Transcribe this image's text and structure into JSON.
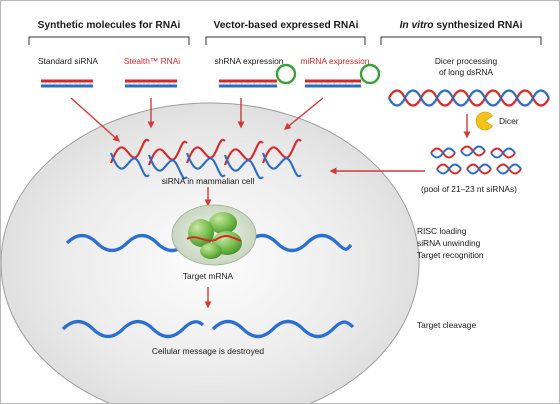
{
  "headers": {
    "synthetic": "Synthetic molecules for RNAi",
    "vector": "Vector-based expressed RNAi",
    "invitro_prefix": "In vitro",
    "invitro_suffix": " synthesized RNAi"
  },
  "sources": {
    "standard_sirna": "Standard siRNA",
    "stealth_rnai": "Stealth™ RNAi",
    "shrna_expression": "shRNA expression",
    "mirna_expression": "miRNA expression"
  },
  "dicer": {
    "processing_line1": "Dicer processing",
    "processing_line2": "of long dsRNA",
    "enzyme_label": "Dicer",
    "pool_label": "(pool of 21–23 nt siRNAs)"
  },
  "cell": {
    "sirna_label": "siRNA in mammalian cell",
    "target_mrna": "Target mRNA",
    "message_destroyed": "Cellular message is destroyed"
  },
  "steps": {
    "risc_loading": "RISC loading",
    "sirna_unwinding": "siRNA unwinding",
    "target_recognition": "Target recognition",
    "target_cleavage": "Target cleavage"
  },
  "colors": {
    "red_strand": "#d62a2a",
    "blue_strand": "#2c6cc4",
    "mrna": "#2a6fd0",
    "arrow": "#d23a3a",
    "hairpin_loop": "#3aa03a",
    "dicer": "#f4c21a",
    "risc_green": "#6dbb45",
    "cell_fill": "#e4e4e4"
  }
}
